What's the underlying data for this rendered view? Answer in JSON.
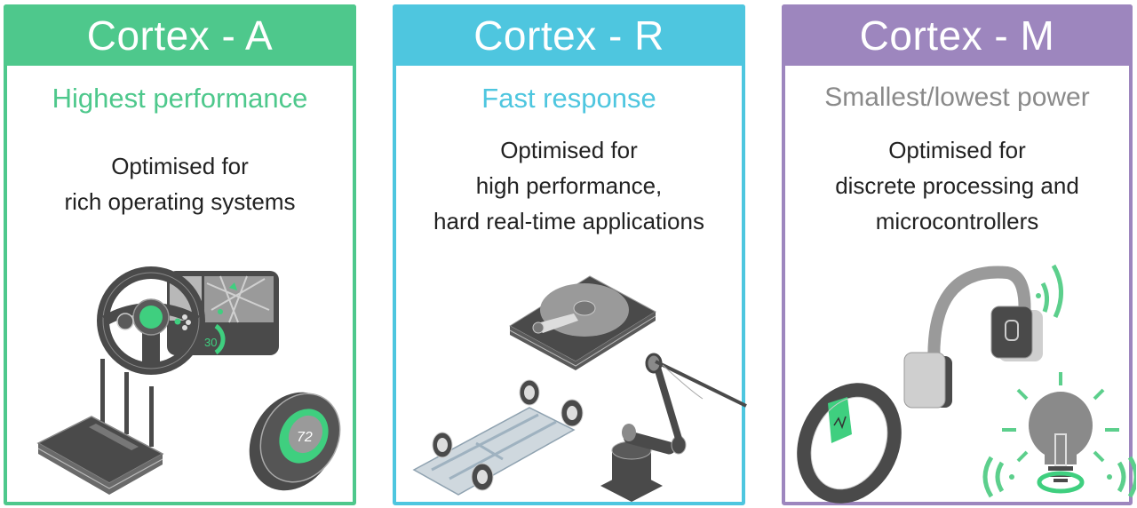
{
  "cards": [
    {
      "id": "cortex-a",
      "title": "Cortex - A",
      "subtitle": "Highest performance",
      "description_lines": [
        "Optimised for",
        "rich operating systems"
      ],
      "accent_color": "#4ec88c",
      "illustrations": [
        "steering-wheel-dashboard-icon",
        "wifi-router-icon",
        "smart-thermostat-icon"
      ],
      "thermostat_value": "72",
      "dashboard_speed": "30"
    },
    {
      "id": "cortex-r",
      "title": "Cortex - R",
      "subtitle": "Fast response",
      "description_lines": [
        "Optimised for",
        "high performance,",
        "hard real-time applications"
      ],
      "accent_color": "#4ec6df",
      "illustrations": [
        "hard-disk-drive-icon",
        "car-chassis-icon",
        "robotic-arm-icon"
      ]
    },
    {
      "id": "cortex-m",
      "title": "Cortex - M",
      "subtitle": "Smallest/lowest power",
      "description_lines": [
        "Optimised for",
        "discrete processing and",
        "microcontrollers"
      ],
      "accent_color": "#9d86be",
      "illustrations": [
        "wireless-headphones-icon",
        "fitness-band-icon",
        "smart-lightbulb-icon"
      ]
    }
  ]
}
